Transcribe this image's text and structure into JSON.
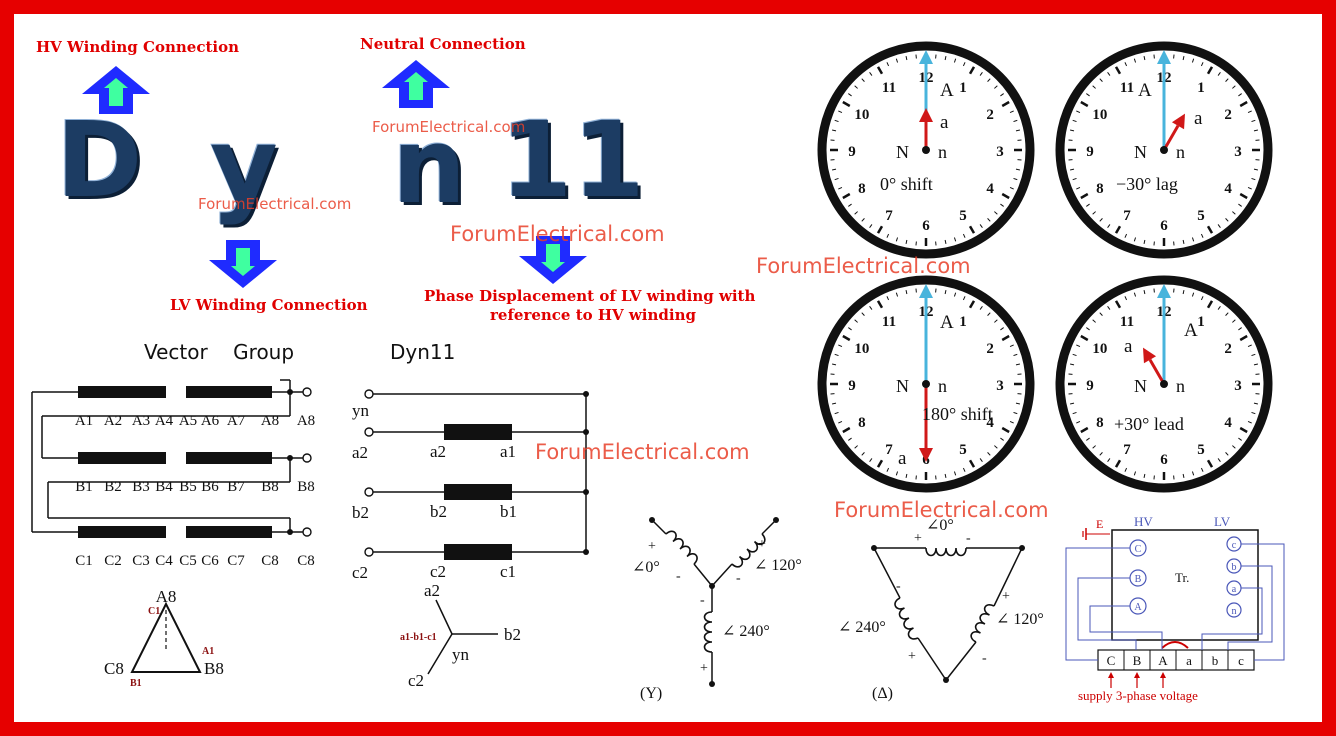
{
  "labels": {
    "hv_winding": "HV Winding Connection",
    "neutral": "Neutral Connection",
    "lv_winding": "LV Winding Connection",
    "phase_disp_1": "Phase Displacement of LV  winding with",
    "phase_disp_2": "reference to HV winding"
  },
  "code": {
    "d": "D",
    "y": "y",
    "n": "n",
    "num": "11"
  },
  "watermark": "ForumElectrical.com",
  "schematic": {
    "title_left": "Vector    Group",
    "title_right": "Dyn11",
    "hv_rows": [
      [
        "A1",
        "A2",
        "A3",
        "A4",
        "A5",
        "A6",
        "A7",
        "A8",
        "A8"
      ],
      [
        "B1",
        "B2",
        "B3",
        "B4",
        "B5",
        "B6",
        "B7",
        "B8",
        "B8"
      ],
      [
        "C1",
        "C2",
        "C3",
        "C4",
        "C5",
        "C6",
        "C7",
        "C8",
        "C8"
      ]
    ],
    "lv_left": [
      "yn",
      "a2",
      "b2",
      "c2"
    ],
    "lv_coil": [
      [
        "a2",
        "a1"
      ],
      [
        "b2",
        "b1"
      ],
      [
        "c2",
        "c1"
      ]
    ],
    "delta": {
      "top": "A8",
      "left": "C8",
      "right": "B8",
      "c1": "C1",
      "a1": "A1",
      "b1": "B1"
    },
    "star": {
      "a2": "a2",
      "b2": "b2",
      "c2": "c2",
      "center": "a1-b1-c1",
      "yn": "yn"
    }
  },
  "clocks": [
    {
      "shift": "0° shift",
      "hv": "A",
      "lv": "a",
      "n_hv": "N",
      "n_lv": "n",
      "lv_hour": 12
    },
    {
      "shift": "−30° lag",
      "hv": "A",
      "lv": "a",
      "n_hv": "N",
      "n_lv": "n",
      "lv_hour": 1
    },
    {
      "shift": "180° shift",
      "hv": "A",
      "lv": "a",
      "n_hv": "N",
      "n_lv": "n",
      "lv_hour": 6
    },
    {
      "shift": "+30° lead",
      "hv": "A",
      "lv": "a",
      "n_hv": "N",
      "n_lv": "n",
      "lv_hour": 11
    }
  ],
  "clock_numbers": [
    "12",
    "1",
    "2",
    "3",
    "4",
    "5",
    "6",
    "7",
    "8",
    "9",
    "10",
    "11"
  ],
  "star_phasor": {
    "a": "∠0°",
    "b": "∠ 120°",
    "c": "∠ 240°",
    "caption": "(Y)"
  },
  "delta_phasor": {
    "a": "∠0°",
    "b": "∠ 120°",
    "c": "∠ 240°",
    "caption": "(Δ)"
  },
  "test_box": {
    "hv": "HV",
    "lv": "LV",
    "tr": "Tr.",
    "earth": "E",
    "hv_terms": [
      "C",
      "B",
      "A"
    ],
    "lv_terms": [
      "c",
      "b",
      "a",
      "n"
    ],
    "supply": [
      "C",
      "B",
      "A",
      "a",
      "b",
      "c"
    ],
    "supply_text": "supply 3-phase voltage"
  },
  "colors": {
    "border": "#e60000",
    "label": "#e00000",
    "code": "#1c3c63",
    "arrow": "#1f2bff",
    "arrow_inner": "#3fffa0",
    "hv_hand": "#48b4dc",
    "lv_hand": "#d01818",
    "test": "#4a57b8"
  }
}
